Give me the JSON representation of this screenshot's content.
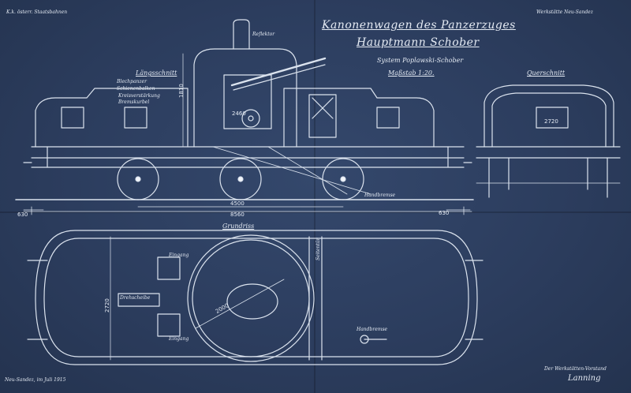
{
  "header": {
    "railway": "K.k. österr. Staatsbahnen",
    "workshop": "Werkstätte Neu-Sandez",
    "title_line1": "Kanonenwagen des Panzerzuges",
    "title_line2": "Hauptmann Schober",
    "system": "System Poplawski-Schober",
    "scale": "Maßstab 1:20."
  },
  "views": {
    "section": "Längsschnitt",
    "cross_section": "Querschnitt",
    "plan": "Grundriss"
  },
  "annotations": {
    "periscope": "Reflektor",
    "armor": "Blechpanzer",
    "beams": "Schienenbalken",
    "brake": "Bremskurbel",
    "rim": "Kreisverstärkung",
    "hand_brake": "Handbremse",
    "side_door": "Seitentür",
    "entrance": "Eingang",
    "pivot": "Drehscheibe"
  },
  "dimensions": {
    "wheelbase": "4500",
    "overall_length": "8560",
    "overhang_left": "630",
    "overhang_right": "630",
    "height": "1810",
    "tower_width": "2460",
    "cross_width": "2720",
    "plan_width": "2720",
    "turret_diameter": "2000"
  },
  "footer": {
    "place_date": "Neu-Sandez, im Juli 1915",
    "signature_label": "Der Werkstätten-Vorstand",
    "signature": "Lanning"
  }
}
